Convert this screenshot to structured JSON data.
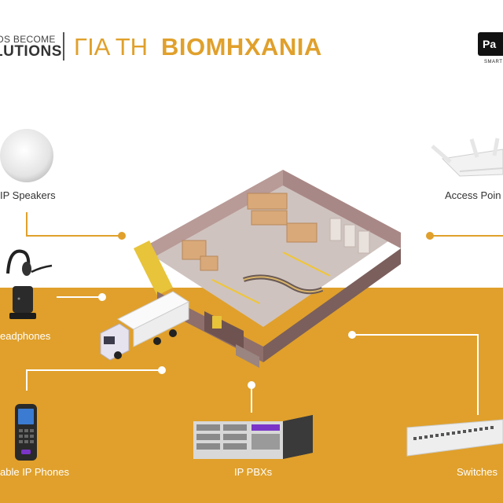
{
  "header": {
    "tagline_top": "DS BECOME",
    "tagline_bottom": "LUTIONS",
    "title_prefix": "ΓΙΑ ΤΗ",
    "title_main": "ΒΙΟΜΗΧΑΝΙΑ"
  },
  "brand": {
    "logo_text": "Pa",
    "subtitle": "SMART"
  },
  "devices": {
    "ip_speakers": "IP Speakers",
    "access_points": "Access Poin",
    "headphones": "eadphones",
    "portable_ip_phones": "able IP Phones",
    "ip_pbxs": "IP PBXs",
    "switches": "Switches"
  },
  "colors": {
    "accent": "#e0a02b",
    "line": "#e0a02b",
    "white": "#ffffff"
  }
}
